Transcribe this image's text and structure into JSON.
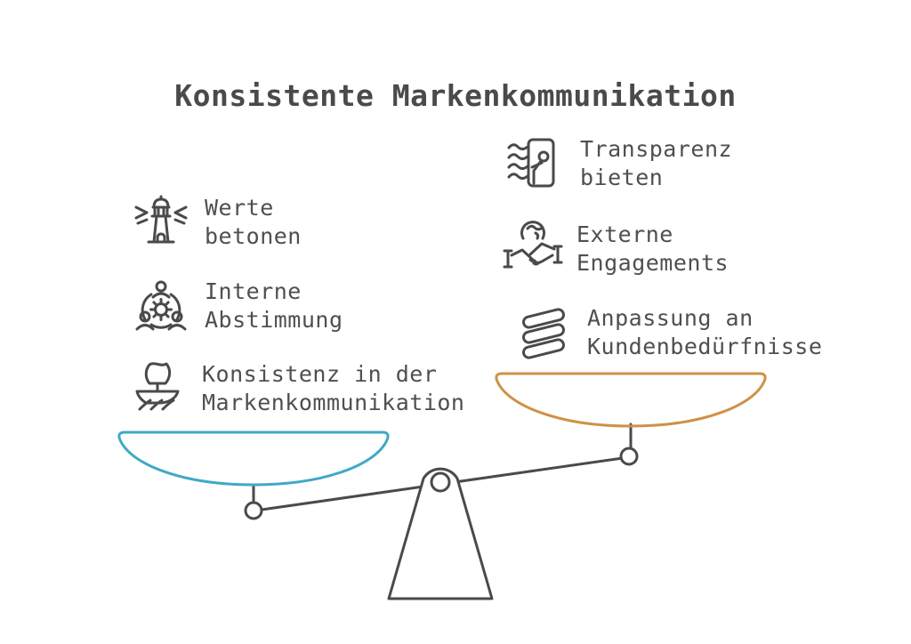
{
  "title": "Konsistente Markenkommunikation",
  "colors": {
    "text": "#4f4f4f",
    "line": "#4a4a4a",
    "left_pan": "#3fa9c6",
    "right_pan": "#cf9146"
  },
  "left_column": {
    "items": [
      {
        "icon": "lighthouse-icon",
        "line1": "Werte",
        "line2": "betonen"
      },
      {
        "icon": "team-gear-icon",
        "line1": "Interne",
        "line2": "Abstimmung"
      },
      {
        "icon": "sailboat-icon",
        "line1": "Konsistenz in der",
        "line2": "Markenkommunikation"
      }
    ]
  },
  "right_column": {
    "items": [
      {
        "icon": "transparency-door-icon",
        "line1": "Transparenz",
        "line2": "bieten"
      },
      {
        "icon": "handshake-globe-icon",
        "line1": "Externe",
        "line2": "Engagements"
      },
      {
        "icon": "spring-icon",
        "line1": "Anpassung an",
        "line2": "Kundenbedürfnisse"
      }
    ]
  },
  "scale": {
    "left_pan": "blue-pan",
    "right_pan": "orange-pan",
    "tilt": "left-side-down"
  }
}
